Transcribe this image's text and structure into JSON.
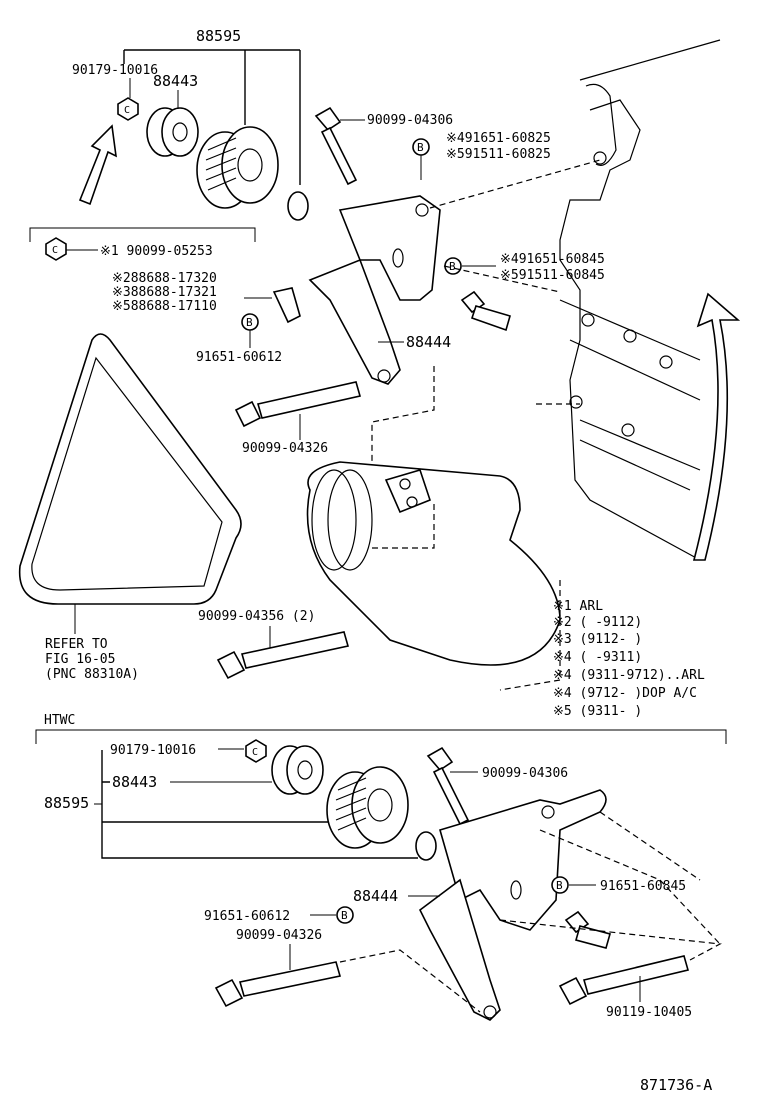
{
  "labels": {
    "p88595_top": "88595",
    "p90179_top": "90179-10016",
    "p88443_top": "88443",
    "p90099_04306_top": "90099-04306",
    "n491651": "※491651-60825",
    "n591511": "※591511-60825",
    "n190099": "※1 90099-05253",
    "n491651b": "※491651-60845",
    "n591511b": "※591511-60845",
    "n288688": "※288688-17320",
    "n388688": "※388688-17321",
    "n588688": "※588688-17110",
    "p91651_60612_top": "91651-60612",
    "p88444_top": "88444",
    "p90099_04326_top": "90099-04326",
    "refer1": "REFER TO",
    "refer2": "FIG 16-05",
    "refer3": "(PNC 88310A)",
    "p90099_04356": "90099-04356 (2)",
    "htwc": "HTWC",
    "p90179_bot": "90179-10016",
    "p88443_bot": "88443",
    "p88595_bot": "88595",
    "p90099_04306_bot": "90099-04306",
    "p88444_bot": "88444",
    "p91651_60845_bot": "91651-60845",
    "p91651_60612_bot": "91651-60612",
    "p90099_04326_bot": "90099-04326",
    "p90119_10405": "90119-10405",
    "fig_id": "871736-A",
    "b_marker": "B",
    "c_marker": "C"
  },
  "notes": [
    "※1 ARL",
    "※2 (      -9112)",
    "※3 (9112-      )",
    "※4 (      -9311)",
    "※4 (9311-9712)..ARL",
    "※4 (9712-      )DOP A/C",
    "※5 (9311-      )"
  ]
}
